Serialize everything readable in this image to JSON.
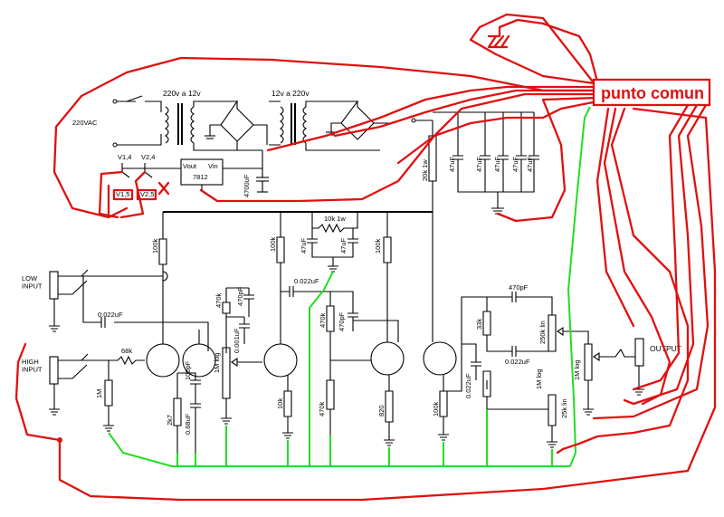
{
  "power": {
    "mains": "220VAC",
    "transformer_1": "220v a 12v",
    "transformer_2": "12v a 220v",
    "regulator": "7812",
    "reg_out": "Vout",
    "reg_in": "Vin",
    "reg_cap": "4700uF",
    "filter_resistor": "20k 1w",
    "filter_caps": [
      "47uF",
      "47uF",
      "47uF",
      "47uF",
      "47uF"
    ],
    "heater_1": "V1,4",
    "heater_2": "V2,4",
    "heater_3": "V1,5",
    "heater_4": "V2,5"
  },
  "ground_annotation": "punto comun",
  "inputs": {
    "low": "LOW\nINPUT",
    "high": "HIGH\nINPUT"
  },
  "output": "OUTPUT",
  "components": {
    "r_plate_1": "100k",
    "c_bright": "0.022uF",
    "r_grid": "68k",
    "r_input": "1M",
    "r_cath_1": "2k7",
    "c_cath_1": "100pF",
    "c_cath_1b": "0.68uF",
    "r_470k_1": "470k",
    "c_470pF_1": "470pF",
    "c_0001": "0.001uF",
    "pot_1m_log": "1M log",
    "r_plate_2": "100k",
    "r_cath_2": "10k",
    "c_coup_2": "0.022uF",
    "r_10k1w": "10k 1w",
    "c_47uf_a": "47uF",
    "c_47uf_b": "47uF",
    "r_470k_2": "470k",
    "c_470pF_2": "470pF",
    "r_470k_3": "470k",
    "r_plate_3": "100k",
    "r_820": "820",
    "r_100k_out": "100k",
    "c_tone_1": "0.022uF",
    "r_33k": "33k",
    "c_470pF_3": "470pF",
    "pot_250k": "250k lin",
    "c_tone_2": "0.022uF",
    "pot_1m_log_2": "1M log",
    "pot_25k": "25k lin",
    "pot_master": "1M log"
  }
}
